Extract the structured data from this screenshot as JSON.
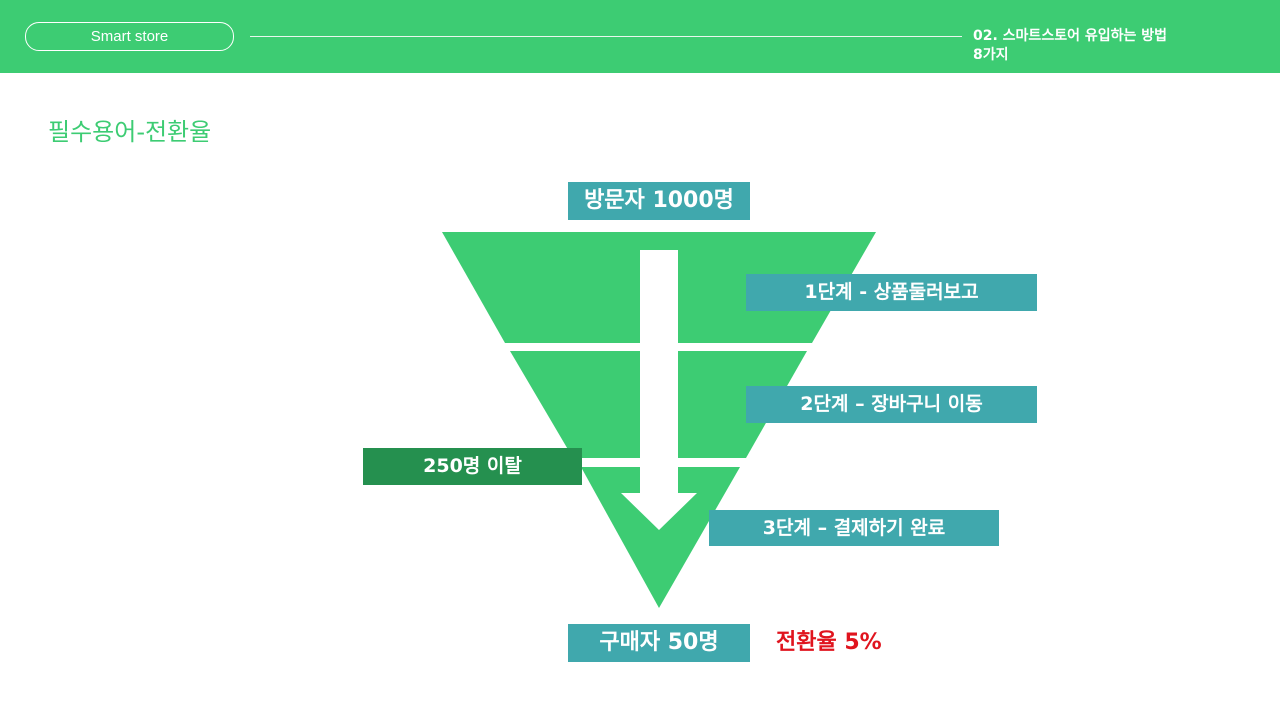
{
  "header": {
    "brand_label": "Smart store",
    "title_line1": "02. 스마트스토어 유입하는 방법",
    "title_line2": "8가지"
  },
  "section_title": "필수용어-전환율",
  "funnel": {
    "top_label": "방문자 1000명",
    "steps": [
      "1단계 - 상품둘러보고",
      "2단계 – 장바구니 이동",
      "3단계 – 결제하기 완료"
    ],
    "dropout_label": "250명 이탈",
    "bottom_label": "구매자 50명",
    "conversion_label": "전환율 5%"
  },
  "colors": {
    "brand_green": "#3dcc73",
    "teal_box": "#40a8ad",
    "dark_green_box": "#25904f",
    "conversion_red": "#e0141e"
  }
}
